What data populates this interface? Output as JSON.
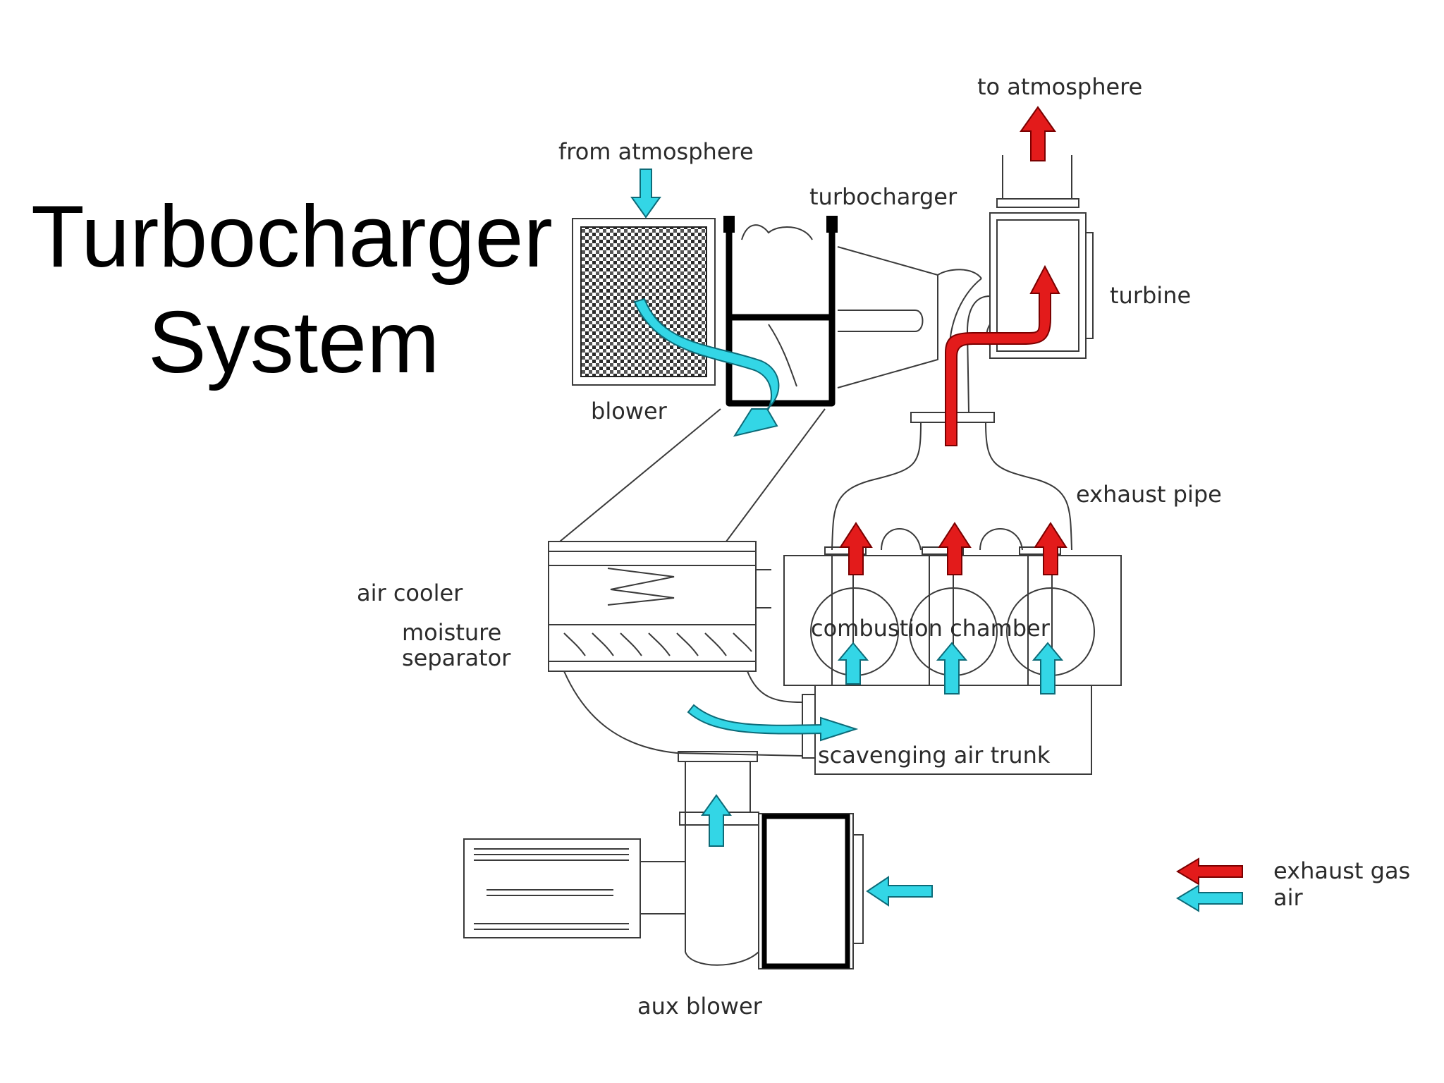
{
  "title": {
    "line1": "Turbocharger",
    "line2": "System"
  },
  "labels": {
    "from_atmosphere": "from atmosphere",
    "to_atmosphere": "to  atmosphere",
    "turbocharger": "turbocharger",
    "turbine": "turbine",
    "blower": "blower",
    "exhaust_pipe": "exhaust pipe",
    "air_cooler": "air cooler",
    "moisture_1": "moisture",
    "moisture_2": "separator",
    "combustion_chamber": "combustion chamber",
    "scavenging_air_trunk": "scavenging air trunk",
    "aux_blower": "aux  blower"
  },
  "legend": {
    "exhaust_gas": "exhaust gas",
    "air": "air"
  },
  "colors": {
    "exhaust_gas": "#e31b1b",
    "air": "#33d6e6",
    "line": "#3a3a3a",
    "outline": "#000000"
  }
}
